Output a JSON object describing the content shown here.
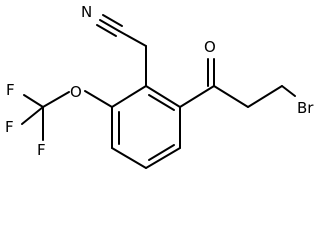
{
  "molecule": {
    "atom_labels": {
      "nitrogen": "N",
      "oxygen_ketone": "O",
      "oxygen_ether": "O",
      "bromine": "Br",
      "fluorine_top": "F",
      "fluorine_left": "F",
      "fluorine_bottom": "F"
    }
  }
}
